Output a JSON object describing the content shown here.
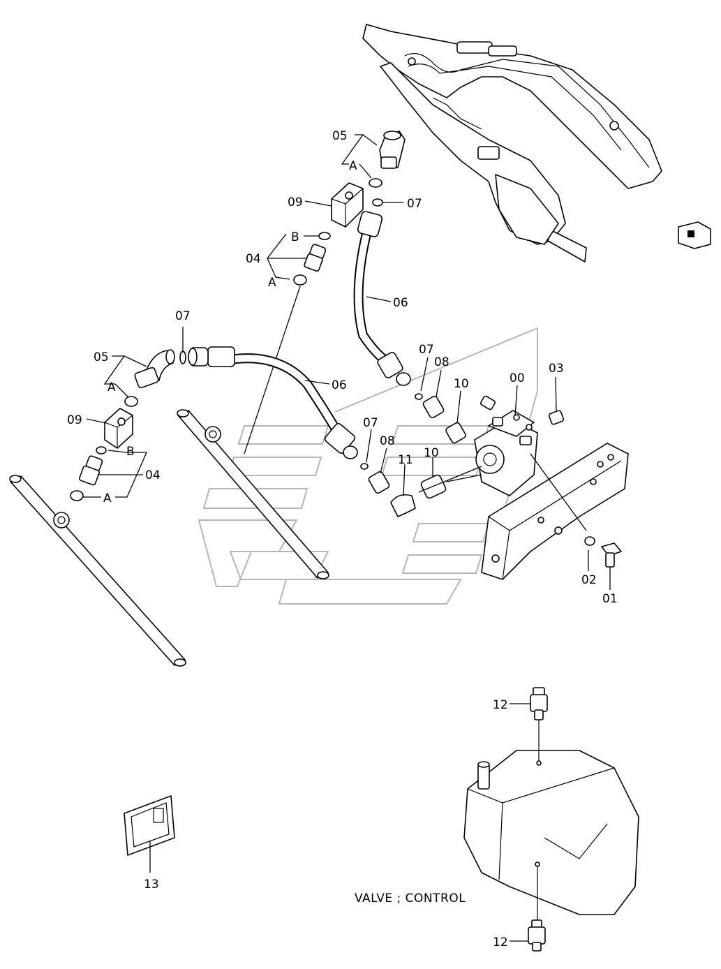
{
  "labels": {
    "l05_top": "05",
    "lA_top": "A",
    "l07_top": "07",
    "l09_top": "09",
    "lB_top": "B",
    "l04_top": "04",
    "lA_mid": "A",
    "l06_top": "06",
    "l07_mid": "07",
    "l05_left": "05",
    "lA_left": "A",
    "l06_mid": "06",
    "l09_left": "09",
    "lB_left": "B",
    "l04_left": "04",
    "lA_bottom": "A",
    "l07_right": "07",
    "l08_right": "08",
    "l10_upper": "10",
    "l00": "00",
    "l03": "03",
    "l07_low": "07",
    "l08_low": "08",
    "l11": "11",
    "l10_low": "10",
    "l02": "02",
    "l01": "01",
    "l12_top": "12",
    "l12_bottom": "12",
    "l13": "13"
  },
  "caption": "VALVE ; CONTROL"
}
